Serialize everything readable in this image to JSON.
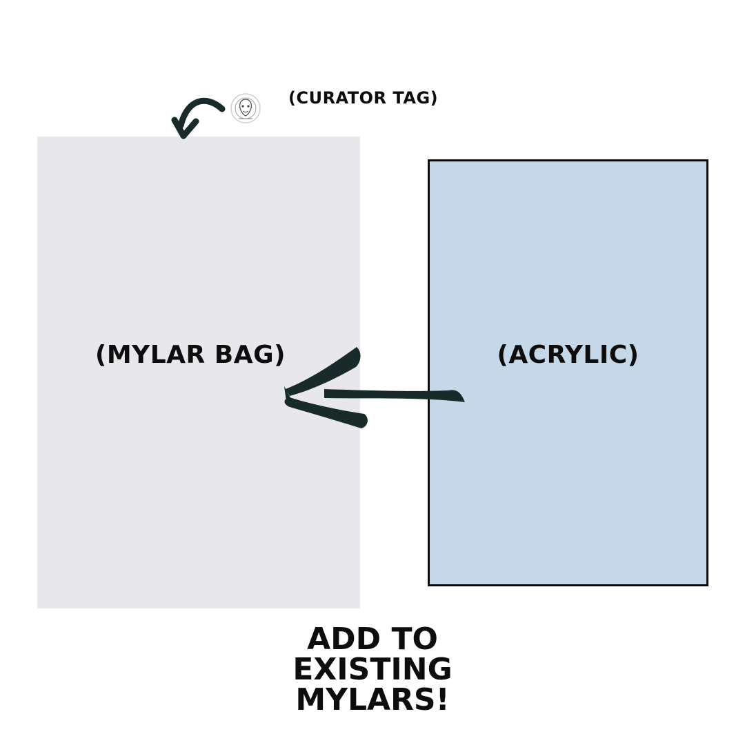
{
  "curator_tag": {
    "label": "(CURATOR TAG)"
  },
  "mylar_bag": {
    "label": "(MYLAR BAG)",
    "fill": "#e8e7ec"
  },
  "acrylic": {
    "label": "(ACRYLIC)",
    "fill": "#c6d7e8",
    "border": "#0b0b0b"
  },
  "arrows": {
    "color": "#182a2a",
    "curved_icon": "curved-arrow-down-icon",
    "insert_icon": "arrow-left-icon"
  },
  "caption": {
    "lines": [
      "ADD TO",
      "EXISTING",
      "MYLARS!"
    ]
  },
  "tag_icon": "curator-tag-icon"
}
